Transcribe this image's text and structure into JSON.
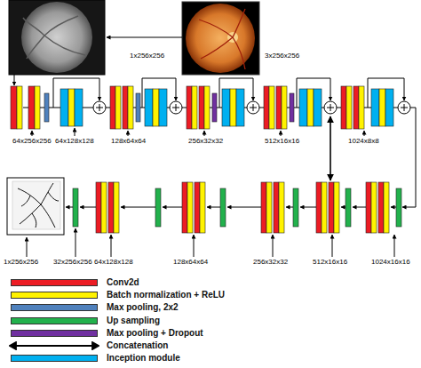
{
  "diagram": {
    "labels": [
      "1x256x256",
      "3x256x256",
      "64x256x256",
      "64x128x128",
      "128x64x64",
      "256x32x32",
      "512x16x16",
      "1024x8x8",
      "1x256x256",
      "32x256x256",
      "64x128x128",
      "128x64x64",
      "256x32x32",
      "512x16x16",
      "1024x16x16"
    ],
    "legend": [
      {
        "text": "Conv2d",
        "color": "#ec1c24"
      },
      {
        "text": "Batch normalization + ReLU",
        "color": "#fff200"
      },
      {
        "text": "Max pooling, 2x2",
        "color": "#4f81bd"
      },
      {
        "text": "Up sampling",
        "color": "#22b14c"
      },
      {
        "text": "Max pooling + Dropout",
        "color": "#7030a0"
      },
      {
        "text": "Concatenation"
      },
      {
        "text": "Inception module",
        "color": "#00b0f0"
      }
    ]
  }
}
